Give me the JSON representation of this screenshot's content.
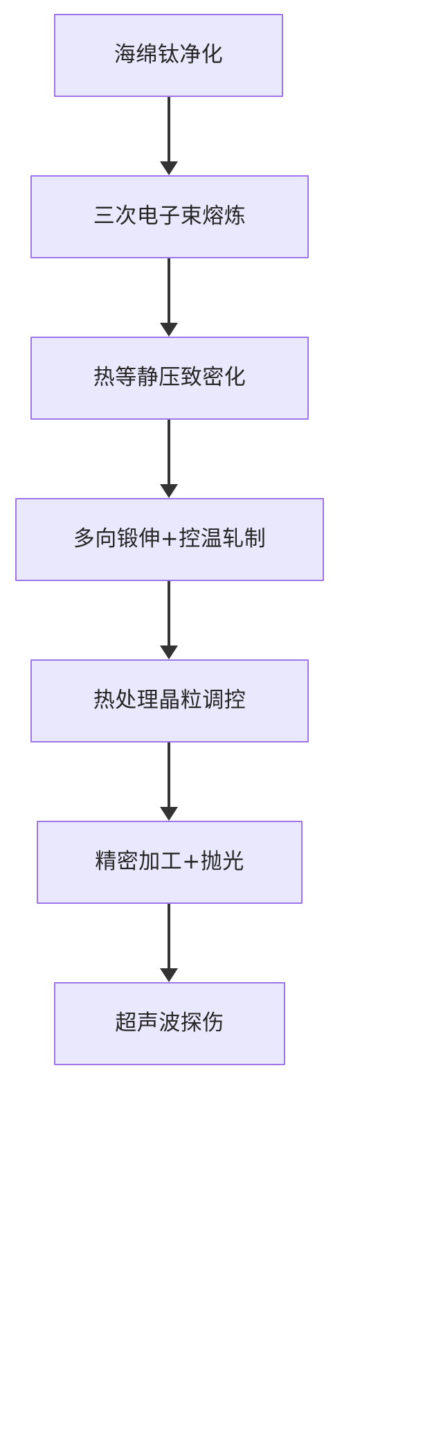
{
  "diagram": {
    "type": "flowchart",
    "orientation": "top-to-bottom",
    "title": "",
    "colors": {
      "node_fill": "#EAE8FC",
      "node_border": "#9D75E8",
      "node_text": "#262626",
      "edge": "#333333",
      "background": "#FFFFFF"
    },
    "nodes": [
      {
        "id": "n1",
        "label": "海绵钛净化"
      },
      {
        "id": "n2",
        "label": "三次电子束熔炼"
      },
      {
        "id": "n3",
        "label": "热等静压致密化"
      },
      {
        "id": "n4",
        "label": "多向锻伸+控温轧制"
      },
      {
        "id": "n5",
        "label": "热处理晶粒调控"
      },
      {
        "id": "n6",
        "label": "精密加工+抛光"
      },
      {
        "id": "n7",
        "label": "超声波探伤"
      }
    ],
    "edges": [
      {
        "from": "n1",
        "to": "n2",
        "label": ""
      },
      {
        "from": "n2",
        "to": "n3",
        "label": ""
      },
      {
        "from": "n3",
        "to": "n4",
        "label": ""
      },
      {
        "from": "n4",
        "to": "n5",
        "label": ""
      },
      {
        "from": "n5",
        "to": "n6",
        "label": ""
      },
      {
        "from": "n6",
        "to": "n7",
        "label": ""
      }
    ]
  }
}
